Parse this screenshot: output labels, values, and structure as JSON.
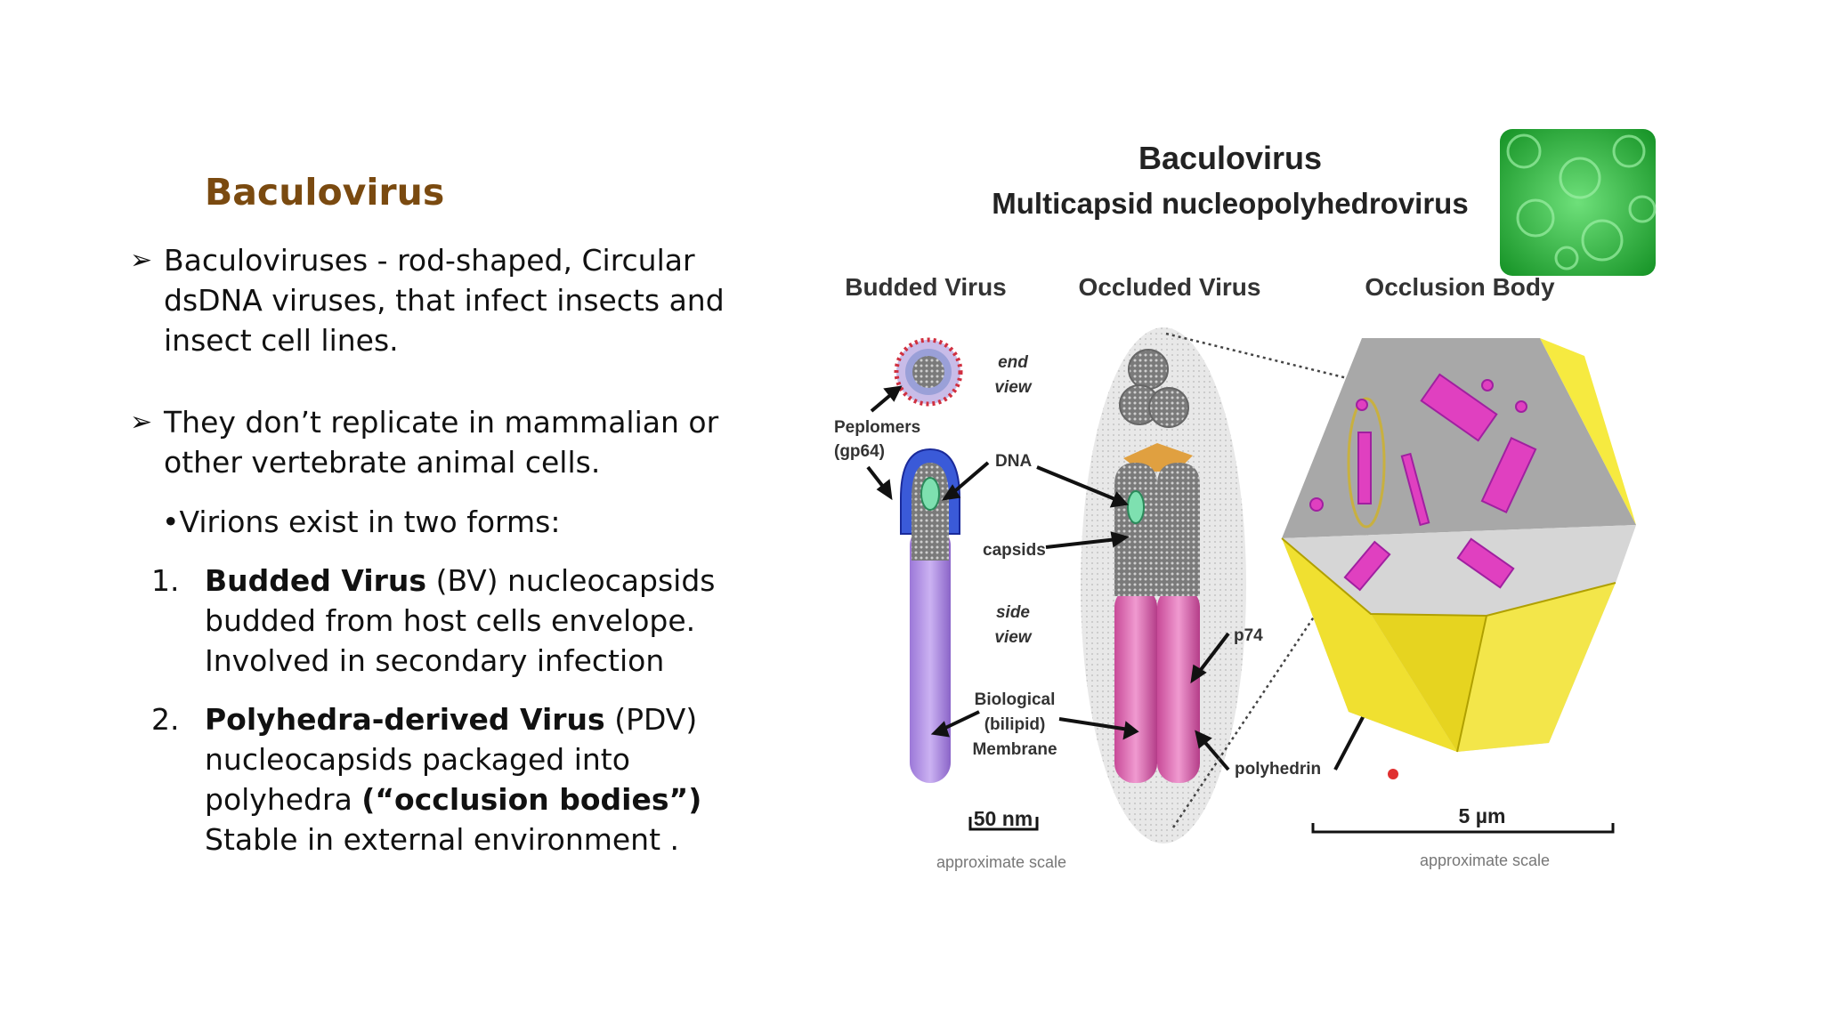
{
  "slide": {
    "title": "Baculovirus",
    "bullet1": {
      "line1_words": [
        "Baculoviruses",
        "-",
        "rod-shaped,",
        "Circular"
      ],
      "line2": "dsDNA viruses, that infect insects  and",
      "line3": "insect cell lines."
    },
    "bullet2": {
      "line1_words": [
        "They",
        "don’t",
        "replicate",
        "in",
        "mammalian",
        "or"
      ],
      "line2": "other vertebrate animal cells."
    },
    "sub": "•Virions exist in two forms:",
    "item1": {
      "num": "1.",
      "bold": "Budded Virus",
      "rest": " (BV) nucleocapsids",
      "line2": "budded from host cells envelope.",
      "line3": "Involved in secondary infection"
    },
    "item2": {
      "num": "2.",
      "bold": "Polyhedra-derived Virus",
      "rest": " (PDV)",
      "line2": "nucleocapsids packaged into",
      "line3_plain": " polyhedra ",
      "line3_bold": "(“occlusion bodies”)",
      "line4": "Stable in external environment ."
    }
  },
  "figure": {
    "title": "Baculovirus",
    "subtitle": "Multicapsid nucleopolyhedrovirus",
    "col1": "Budded Virus",
    "col2": "Occluded Virus",
    "col3": "Occlusion Body",
    "labels": {
      "end": "end",
      "view1": "view",
      "peplomers": "Peplomers",
      "gp64": "(gp64)",
      "dna": "DNA",
      "capsids": "capsids",
      "side": "side",
      "view2": "view",
      "biological": "Biological",
      "bilipid": "(bilipid)",
      "membrane": "Membrane",
      "p74": "p74",
      "polyhedrin": "polyhedrin",
      "scale1": "50 nm",
      "scale2": "5 µm",
      "approx1": "approximate scale",
      "approx2": "approximate scale"
    },
    "colors": {
      "purple_rod": "#b090e0",
      "pink_rod": "#e070b0",
      "envelope_blue": "#3a5ad8",
      "polyhedron_yellow": "#f0e030",
      "polyhedron_gray": "#a8a8a8",
      "virion_magenta": "#e040c0",
      "thumbnail_green": "#22b030"
    }
  }
}
